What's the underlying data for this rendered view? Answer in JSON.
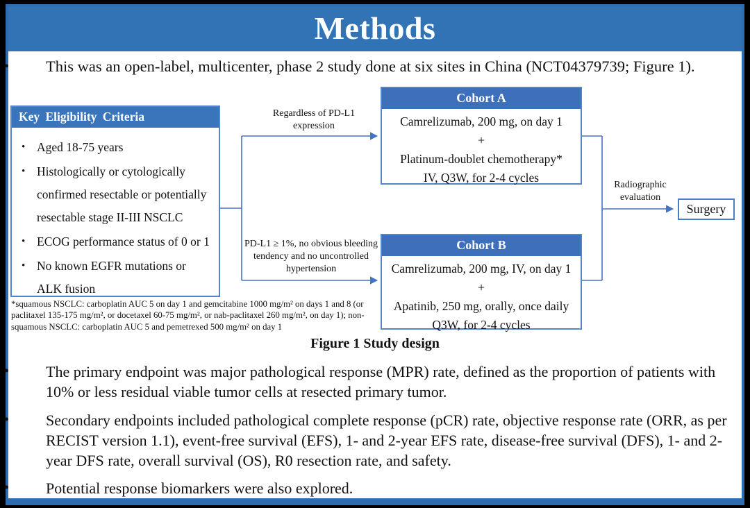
{
  "slide": {
    "title": "Methods",
    "accent_blue": "#3173b5",
    "box_header_blue": "#3e6fbb",
    "box_border_blue": "#5585c8",
    "connector_blue": "#4472c4"
  },
  "intro_bullet": "This was an open-label, multicenter, phase 2 study done at six sites in China (NCT04379739; Figure 1).",
  "figure": {
    "caption": "Figure 1 Study design",
    "eligibility": {
      "title": "Key Eligibility Criteria",
      "items": [
        "Aged 18-75 years",
        "Histologically or cytologically confirmed resectable or potentially resectable stage II-III NSCLC",
        "ECOG performance status of 0 or 1",
        "No known EGFR mutations or ALK fusion"
      ]
    },
    "footnote": "*squamous NSCLC: carboplatin AUC 5 on day 1 and gemcitabine 1000 mg/m² on days 1 and 8 (or paclitaxel 135-175 mg/m², or docetaxel 60-75 mg/m², or nab-paclitaxel 260 mg/m², on day 1); non-squamous NSCLC: carboplatin AUC 5 and pemetrexed 500 mg/m² on day 1",
    "branch_a_label": "Regardless of PD-L1 expression",
    "branch_b_label": "PD-L1 ≥ 1%, no obvious bleeding tendency and no uncontrolled hypertension",
    "cohort_a": {
      "title": "Cohort A",
      "lines": [
        "Camrelizumab, 200 mg, on day 1",
        "+",
        "Platinum-doublet chemotherapy*",
        "IV, Q3W, for 2-4 cycles"
      ]
    },
    "cohort_b": {
      "title": "Cohort B",
      "lines": [
        "Camrelizumab, 200 mg, IV, on day 1",
        "+",
        "Apatinib, 250 mg, orally, once daily",
        "Q3W, for 2-4 cycles"
      ]
    },
    "evaluation_label": "Radiographic evaluation",
    "surgery_label": "Surgery"
  },
  "bullets": [
    "The primary endpoint was major pathological response (MPR) rate, defined as the proportion of patients with 10% or less residual viable tumor cells at resected primary tumor.",
    "Secondary endpoints included pathological complete response (pCR) rate, objective response rate (ORR, as per RECIST version 1.1), event-free survival (EFS), 1- and 2-year EFS rate, disease-free survival (DFS), 1- and 2-year DFS rate, overall survival (OS), R0 resection rate, and safety.",
    "Potential response biomarkers were also explored."
  ]
}
